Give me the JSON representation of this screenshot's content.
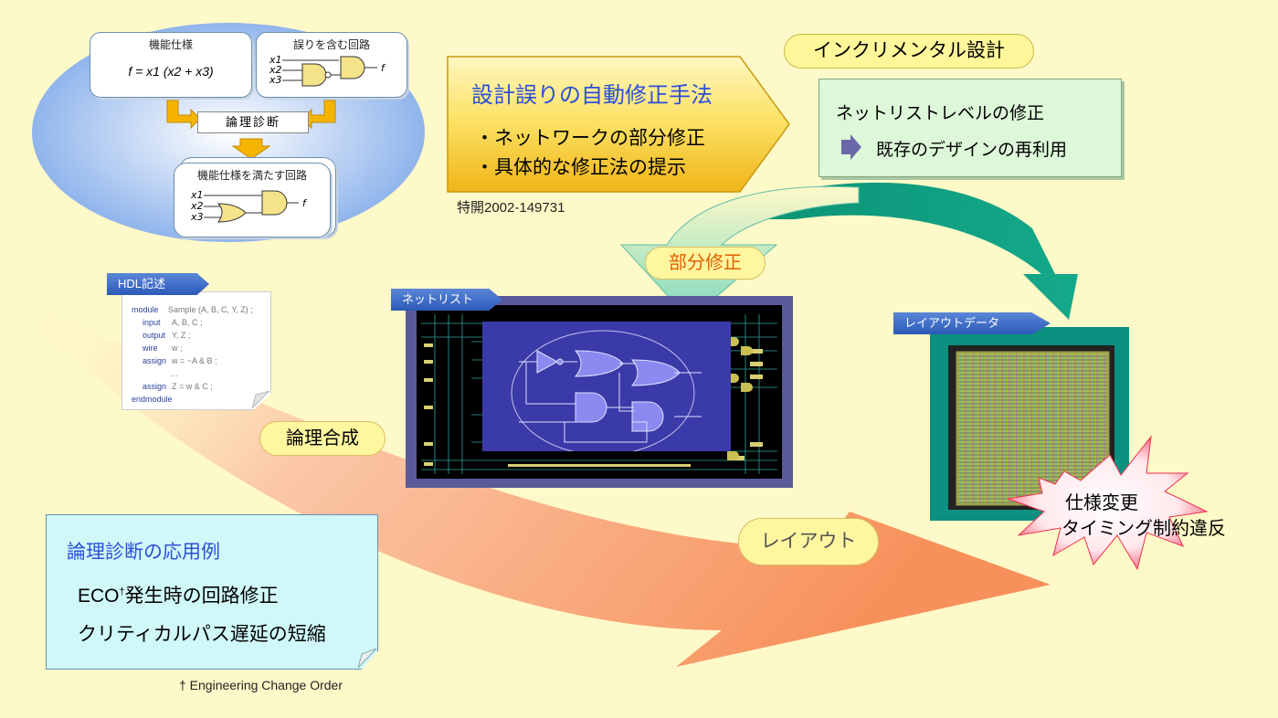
{
  "top_diagram": {
    "spec_box_title": "機能仕様",
    "spec_formula": "f = x1 (x2 + x3)",
    "faulty_box_title": "誤りを含む回路",
    "diagnosis_label": "論理診断",
    "fixed_box_title": "機能仕様を満たす回路",
    "inputs": [
      "x1",
      "x2",
      "x3"
    ],
    "output": "f"
  },
  "method_callout": {
    "title": "設計誤りの自動修正手法",
    "bullets": [
      "・ネットワークの部分修正",
      "・具体的な修正法の提示"
    ],
    "patent": "特開2002-149731"
  },
  "incremental": {
    "pill": "インクリメンタル設計",
    "line1": "ネットリストレベルの修正",
    "line2": "既存のデザインの再利用"
  },
  "hdl": {
    "tab": "HDL記述",
    "code": [
      {
        "kw": "module",
        "rest": "Sample (A, B, C, Y, Z) ;"
      },
      {
        "kw": "input",
        "rest": "A, B, C ;"
      },
      {
        "kw": "output",
        "rest": "Y, Z ;"
      },
      {
        "kw": "wire",
        "rest": "w ;"
      },
      {
        "kw": "assign",
        "rest": "w = ~A & B ;"
      },
      {
        "kw": "",
        "rest": "…"
      },
      {
        "kw": "assign",
        "rest": "Z = w & C ;"
      },
      {
        "kw": "endmodule",
        "rest": ""
      }
    ]
  },
  "netlist": {
    "tab": "ネットリスト"
  },
  "layout_data": {
    "tab": "レイアウトデータ"
  },
  "labels": {
    "partial_fix": "部分修正",
    "synthesis": "論理合成",
    "layout": "レイアウト"
  },
  "starburst": {
    "line1": "仕様変更",
    "line2": "タイミング制約違反"
  },
  "applications": {
    "title": "論理診断の応用例",
    "item1_pre": "ECO",
    "item1_sup": "†",
    "item1_post": "発生時の回路修正",
    "item2": "クリティカルパス遅延の短縮"
  },
  "footnote": "† Engineering Change Order",
  "colors": {
    "background": "#FEF9C8",
    "accent_blue": "#2C4FD8",
    "callout_gold": "#F9D030",
    "netlist_blue": "#3A3AA8",
    "teal_arrow": "#0E9B7E",
    "app_box": "#D0F8F8"
  }
}
